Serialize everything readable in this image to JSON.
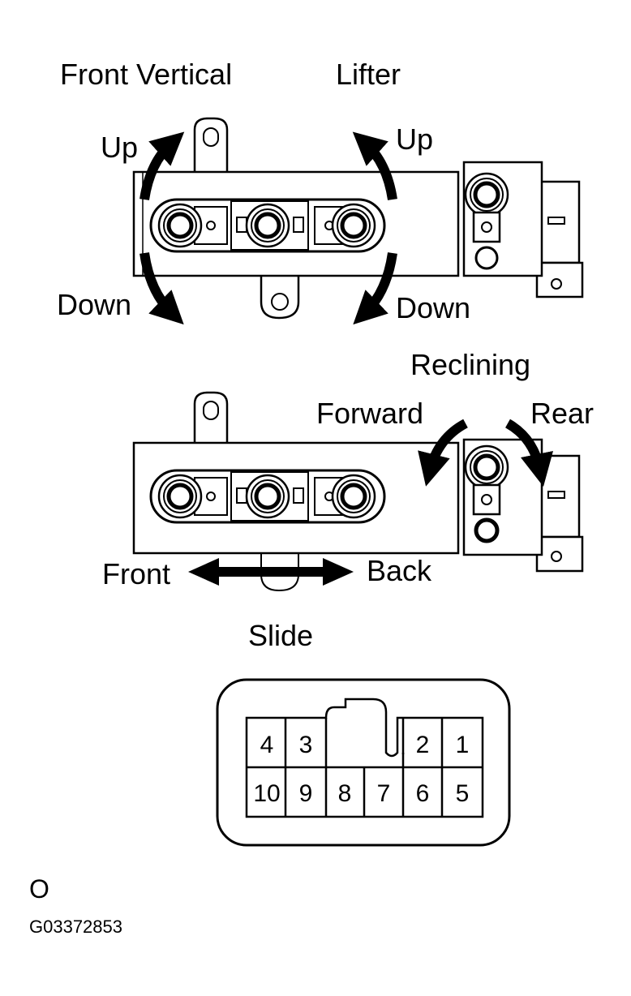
{
  "labels": {
    "front_vertical": "Front Vertical",
    "lifter": "Lifter",
    "up_left": "Up",
    "up_right": "Up",
    "down_left": "Down",
    "down_right": "Down",
    "reclining": "Reclining",
    "forward": "Forward",
    "rear": "Rear",
    "front": "Front",
    "back": "Back",
    "slide": "Slide",
    "letter_o": "O",
    "figure_code": "G03372853"
  },
  "connector": {
    "top_row": [
      "4",
      "3",
      "2",
      "1"
    ],
    "bottom_row": [
      "10",
      "9",
      "8",
      "7",
      "6",
      "5"
    ]
  },
  "colors": {
    "ink": "#000000",
    "paper": "#ffffff"
  }
}
